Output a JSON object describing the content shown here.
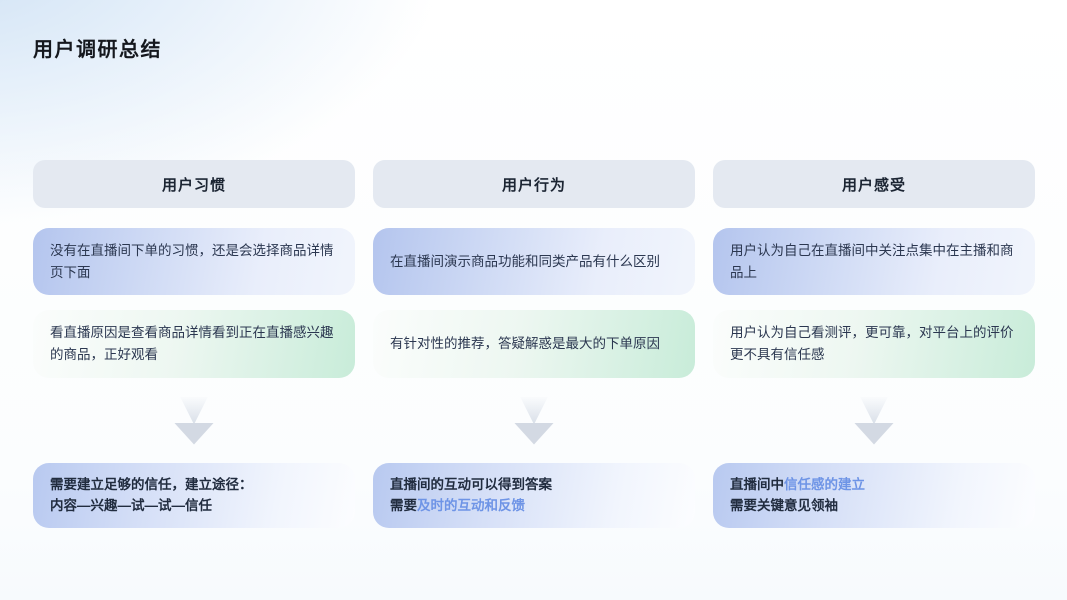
{
  "page": {
    "title": "用户调研总结"
  },
  "colors": {
    "accent": "#6E94E6"
  },
  "columns": [
    {
      "header": "用户习惯",
      "observation": "没有在直播间下单的习惯，还是会选择商品详情页下面",
      "insight": "看直播原因是查看商品详情看到正在直播感兴趣的商品，正好观看",
      "conclusion_lines": [
        [
          {
            "t": "需要建立足够的信任，建立途径：",
            "hl": false
          }
        ],
        [
          {
            "t": "内容—兴趣—试—试—信任",
            "hl": false
          }
        ]
      ]
    },
    {
      "header": "用户行为",
      "observation": "在直播间演示商品功能和同类产品有什么区别",
      "insight": "有针对性的推荐，答疑解惑是最大的下单原因",
      "conclusion_lines": [
        [
          {
            "t": "直播间的互动可以得到答案",
            "hl": false
          }
        ],
        [
          {
            "t": "需要",
            "hl": false
          },
          {
            "t": "及时的互动和反馈",
            "hl": true
          }
        ]
      ]
    },
    {
      "header": "用户感受",
      "observation": "用户认为自己在直播间中关注点集中在主播和商品上",
      "insight": "用户认为自己看测评，更可靠，对平台上的评价更不具有信任感",
      "conclusion_lines": [
        [
          {
            "t": "直播间中",
            "hl": false
          },
          {
            "t": "信任感的建立",
            "hl": true
          }
        ],
        [
          {
            "t": "需要关键意见领袖",
            "hl": false
          }
        ]
      ]
    }
  ]
}
